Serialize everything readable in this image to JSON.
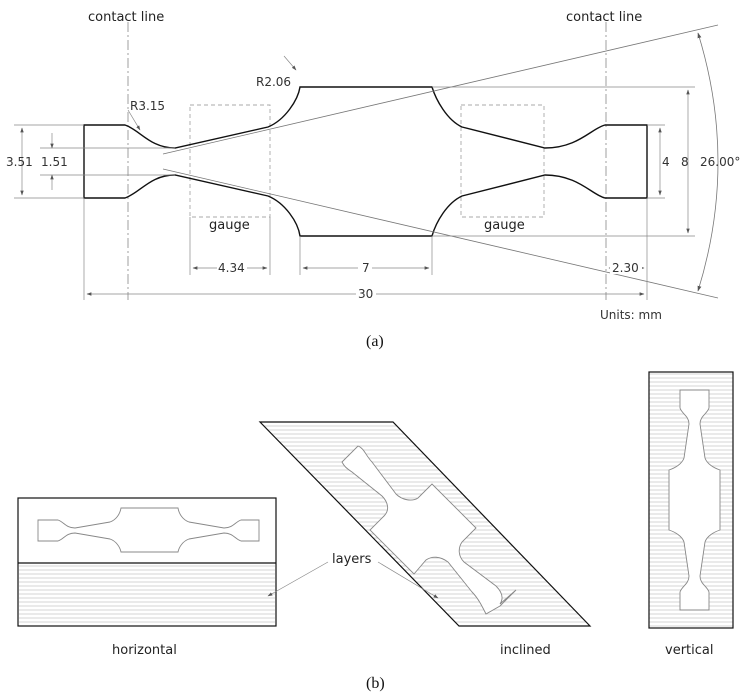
{
  "part_a": {
    "contact_left": "contact line",
    "contact_right": "contact line",
    "r_large": "R3.15",
    "r_small": "R2.06",
    "gauge_left": "gauge",
    "gauge_right": "gauge",
    "dims": {
      "d_351": "3.51",
      "d_151": "1.51",
      "d_434": "4.34",
      "d_7": "7",
      "d_230": "2.30",
      "d_30": "30",
      "d_4": "4",
      "d_8": "8",
      "angle": "26.00°"
    },
    "units": "Units: mm",
    "caption": "(a)"
  },
  "part_b": {
    "layers": "layers",
    "horizontal": "horizontal",
    "inclined": "inclined",
    "vertical": "vertical",
    "caption": "(b)"
  }
}
